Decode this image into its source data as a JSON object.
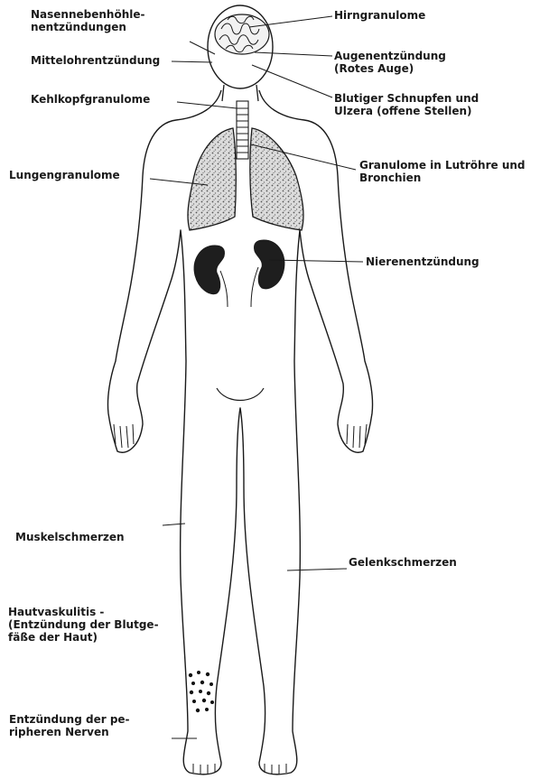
{
  "labels": {
    "sinusitis": [
      "Nasennebenhöhle-",
      "nentzündungen"
    ],
    "otitis": [
      "Mittelohrentzündung"
    ],
    "larynx": [
      "Kehlkopfgranulome"
    ],
    "lung": [
      "Lungengranulome"
    ],
    "muscle": [
      "Muskelschmerzen"
    ],
    "skin": [
      "Hautvaskulitis -",
      "(Entzündung der Blutge-",
      "fäße der Haut)"
    ],
    "nerves": [
      "Entzündung der pe-",
      "ripheren Nerven"
    ],
    "brain": [
      "Hirngranulome"
    ],
    "eye": [
      "Augenentzündung",
      "(Rotes Auge)"
    ],
    "nose": [
      "Blutiger Schnupfen und",
      "Ulzera (offene Stellen)"
    ],
    "trachea": [
      "Granulome in Lutröhre und",
      "Bronchien"
    ],
    "kidney": [
      "Nierenentzündung"
    ],
    "joints": [
      "Gelenkschmerzen"
    ]
  },
  "colors": {
    "ink": "#1a1a1a",
    "organ_fill": "#d4d4d4",
    "kidney_fill": "#1e1e1e",
    "background": "#ffffff"
  }
}
